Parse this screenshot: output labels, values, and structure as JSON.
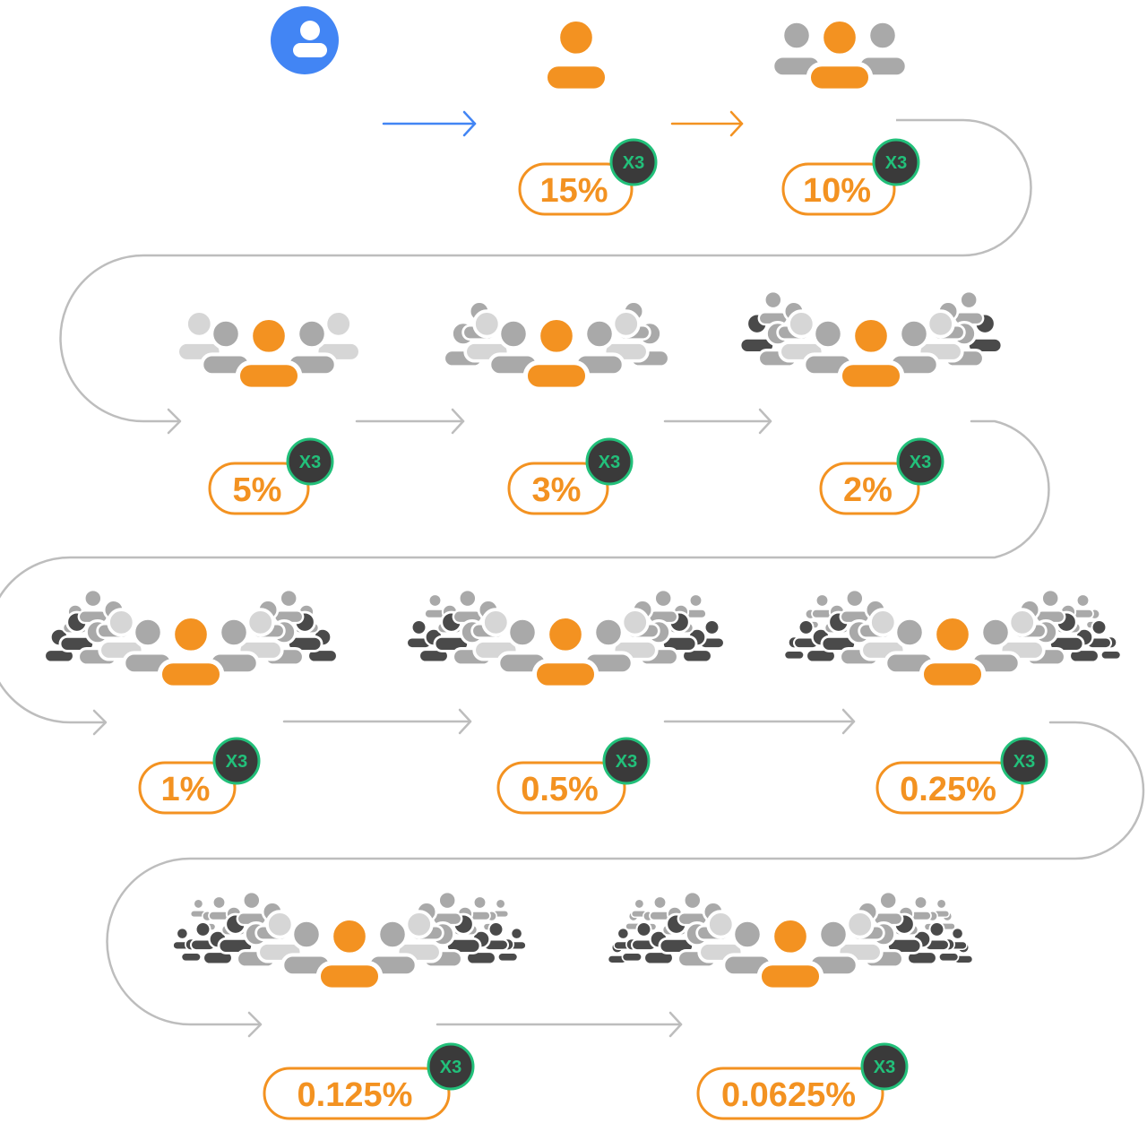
{
  "colors": {
    "orange": "#F39221",
    "blue": "#4285F4",
    "path_gray": "#BDBDBD",
    "light_gray": "#D6D6D6",
    "mid_gray": "#A9A9A9",
    "dark_gray": "#4A4A4A",
    "badge_fill": "#3A3A3A",
    "badge_ring": "#22C07A"
  },
  "start": {
    "icon": "user-avatar-icon"
  },
  "levels": [
    {
      "id": "level-1",
      "label": "15%",
      "badge": "X3",
      "crowd_rings": 0
    },
    {
      "id": "level-2",
      "label": "10%",
      "badge": "X3",
      "crowd_rings": 1
    },
    {
      "id": "level-3",
      "label": "5%",
      "badge": "X3",
      "crowd_rings": 2
    },
    {
      "id": "level-4",
      "label": "3%",
      "badge": "X3",
      "crowd_rings": 3
    },
    {
      "id": "level-5",
      "label": "2%",
      "badge": "X3",
      "crowd_rings": 4
    },
    {
      "id": "level-6",
      "label": "1%",
      "badge": "X3",
      "crowd_rings": 5
    },
    {
      "id": "level-7",
      "label": "0.5%",
      "badge": "X3",
      "crowd_rings": 6
    },
    {
      "id": "level-8",
      "label": "0.25%",
      "badge": "X3",
      "crowd_rings": 7
    },
    {
      "id": "level-9",
      "label": "0.125%",
      "badge": "X3",
      "crowd_rings": 8
    },
    {
      "id": "level-10",
      "label": "0.0625%",
      "badge": "X3",
      "crowd_rings": 9
    }
  ]
}
